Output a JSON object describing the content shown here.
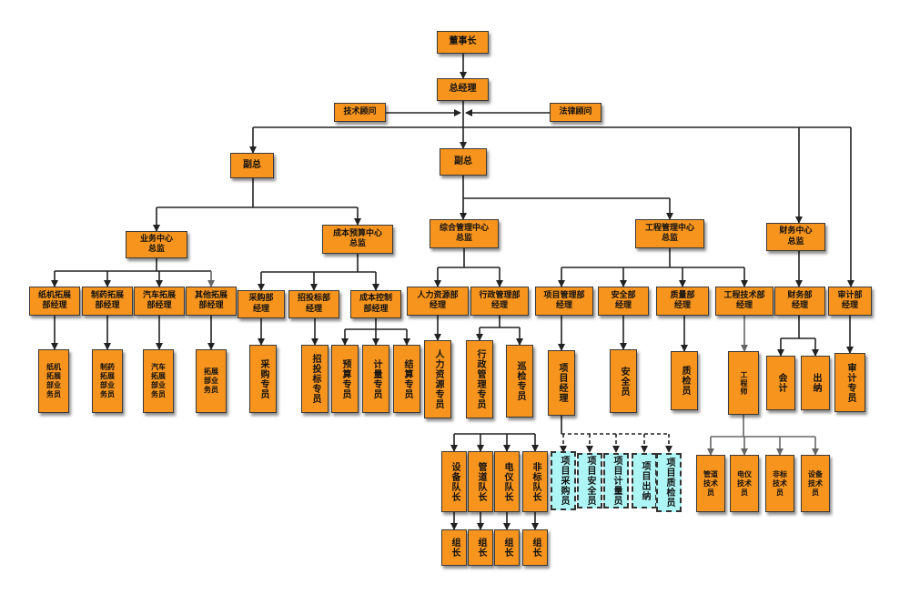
{
  "nodes": {
    "chairman": "董事长",
    "gm": "总经理",
    "tech_consultant": "技术顾问",
    "legal_consultant": "法律顾问",
    "vp_left": "副总",
    "vp_center": "副总",
    "biz_center": "业务中心\n总监",
    "cost_center": "成本预算中心\n总监",
    "admin_center": "综合管理中心\n总监",
    "eng_center": "工程管理中心\n总监",
    "fin_center": "财务中心\n总监",
    "paper_mgr": "纸机拓展\n部经理",
    "pharma_mgr": "制药拓展\n部经理",
    "auto_mgr": "汽车拓展\n部经理",
    "other_mgr": "其他拓展\n部经理",
    "purchase_mgr": "采购部\n经理",
    "bid_mgr": "招投标部\n经理",
    "costctrl_mgr": "成本控制\n部经理",
    "hr_mgr": "人力资源部\n经理",
    "admin_mgr": "行政管理部\n经理",
    "project_mgr_dept": "项目管理部\n经理",
    "safety_mgr": "安全部\n经理",
    "quality_mgr": "质量部\n经理",
    "eng_tech_mgr": "工程技术部\n经理",
    "finance_mgr": "财务部\n经理",
    "audit_mgr": "审计部\n经理",
    "paper_staff": "纸机\n拓展\n部业\n务员",
    "pharma_staff": "制药\n拓展\n部业\n务员",
    "auto_staff": "汽车\n拓展\n部业\n务员",
    "other_staff": "拓展\n部业\n务员",
    "purchase_staff": "采购专员",
    "bid_staff": "招投标专员",
    "budget_staff": "预算专员",
    "meter_staff": "计量专员",
    "settle_staff": "结算专员",
    "hr_staff": "人力资源专员",
    "admin_staff": "行政管理专员",
    "patrol_staff": "巡检专员",
    "project_manager": "项目经理",
    "safety_staff": "安全员",
    "quality_staff": "质检员",
    "engineer": "工程师",
    "accountant": "会计",
    "cashier": "出纳",
    "audit_staff": "审计专员",
    "equip_lead": "设备队长",
    "pipe_lead": "管道队长",
    "elec_lead": "电仪队长",
    "nonstd_lead": "非标队长",
    "proj_purchase": "项目采购员",
    "proj_safety": "项目安全员",
    "proj_meter": "项目计量员",
    "proj_cashier": "项目出纳",
    "proj_quality": "项目质检员",
    "group1": "组长",
    "group2": "组长",
    "group3": "组长",
    "group4": "组长",
    "pipe_tech": "管道\n技术\n员",
    "elec_tech": "电仪\n技术\n员",
    "nonstd_tech": "非标\n技术\n员",
    "equip_tech": "设备\n技术\n员"
  },
  "colors": {
    "box_fill": "#f7941d",
    "box_border": "#3a3a3a",
    "assistant_fill": "#aef5f5",
    "line": "#222222",
    "line_grey": "#666666"
  }
}
